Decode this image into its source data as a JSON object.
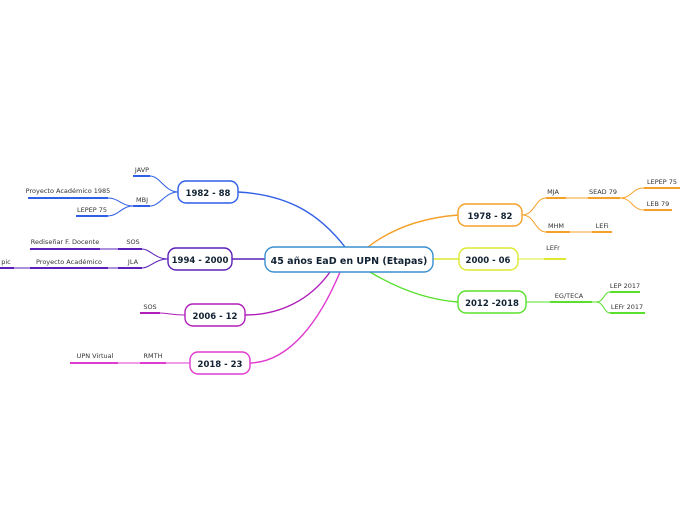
{
  "central": {
    "label": "45 años EaD en UPN (Etapas)"
  },
  "branches": {
    "b1982": {
      "label": "1982 - 88",
      "color": "#2f5fe6",
      "children": {
        "javp": "JAVP",
        "mbj": "MBJ",
        "pa1985": "Proyecto Académico 1985",
        "lepep75": "LEPEP 75"
      }
    },
    "b1994": {
      "label": "1994 - 2000",
      "color": "#5a20b8",
      "children": {
        "sos": "SOS",
        "redisenar": "Rediseñar F. Docente",
        "jla": "JLA",
        "pa": "Proyecto Académico",
        "pic": "pic"
      }
    },
    "b2006": {
      "label": "2006 - 12",
      "color": "#b01fb8",
      "children": {
        "sos": "SOS"
      }
    },
    "b2018": {
      "label": "2018 - 23",
      "color": "#e03ad0",
      "children": {
        "rmth": "RMTH",
        "upnvirtual": "UPN Virtual"
      }
    },
    "b1978": {
      "label": "1978 - 82",
      "color": "#f5a028",
      "children": {
        "mja": "MJA",
        "sead79": "SEAD 79",
        "lepep75": "LEPEP 75",
        "leb79": "LEB 79",
        "mhm": "MHM",
        "lefi": "LEFi"
      }
    },
    "b2000": {
      "label": "2000 - 06",
      "color": "#dde830",
      "children": {
        "lefr": "LEFr"
      }
    },
    "b2012": {
      "label": "2012 -2018",
      "color": "#58e02c",
      "children": {
        "egteca": "EG/TECA",
        "lep2017": "LEP 2017",
        "lefr2017": "LEFr 2017"
      }
    }
  }
}
